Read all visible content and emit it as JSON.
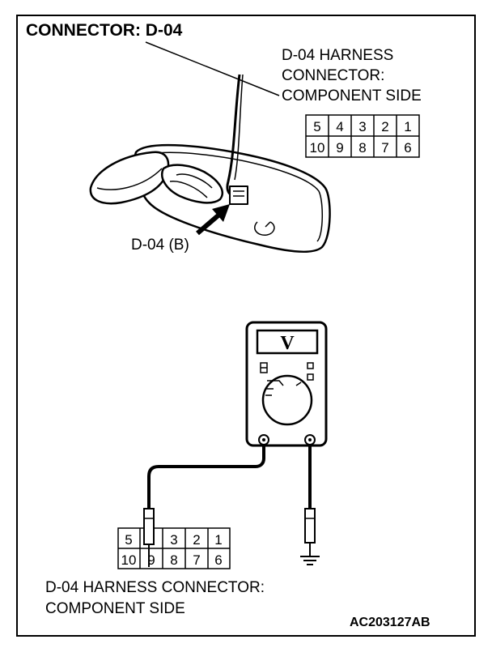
{
  "title": "CONNECTOR: D-04",
  "top_connector": {
    "label_lines": [
      "D-04 HARNESS",
      "CONNECTOR:",
      "COMPONENT SIDE"
    ],
    "row1": [
      "5",
      "4",
      "3",
      "2",
      "1"
    ],
    "row2": [
      "10",
      "9",
      "8",
      "7",
      "6"
    ]
  },
  "sensor_callout": "D-04 (B)",
  "voltmeter": {
    "display_symbol": "V"
  },
  "bottom_connector": {
    "label_lines": [
      "D-04 HARNESS CONNECTOR:",
      "COMPONENT SIDE"
    ],
    "row1": [
      "5",
      "",
      "3",
      "2",
      "1"
    ],
    "row2": [
      "10",
      "9",
      "8",
      "7",
      "6"
    ]
  },
  "figure_code": "AC203127AB",
  "icons": [
    "ground-symbol-icon",
    "voltmeter-icon",
    "arrow-icon"
  ]
}
